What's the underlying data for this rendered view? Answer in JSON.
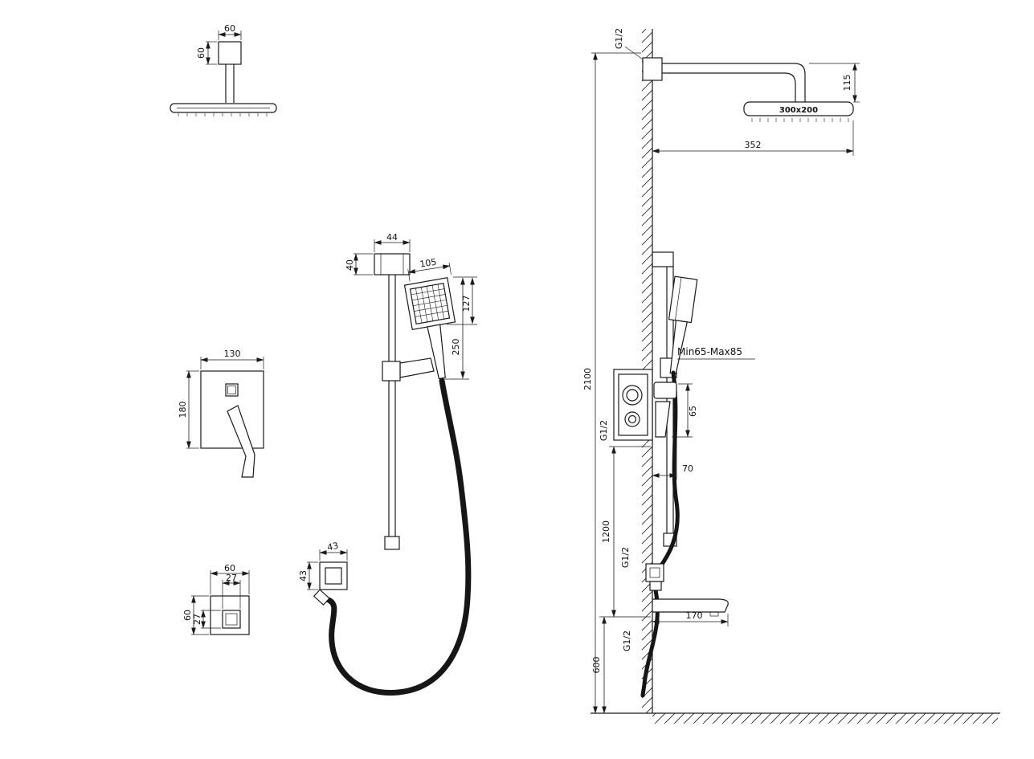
{
  "front_views": {
    "ceiling_head": {
      "w": "60",
      "d": "60"
    },
    "slide_bar": {
      "bracket_w": "44",
      "bracket_d": "40"
    },
    "hand_shower": {
      "w": "105",
      "head_len": "127",
      "total_len": "250"
    },
    "mixer": {
      "w": "130",
      "h": "180"
    },
    "wall_outlet": {
      "w": "43",
      "h": "43"
    },
    "spout": {
      "outer_w": "60",
      "inner_w": "27",
      "outer_h": "60",
      "inner_h": "27"
    }
  },
  "side_view": {
    "top_thread": "G1/2",
    "head_size": "300x200",
    "head_drop": "115",
    "arm_reach": "352",
    "total_height": "2100",
    "valve_note": "Min65-Max85",
    "valve_span": "65",
    "valve_offset": "70",
    "valve_thread": "G1/2",
    "outlet_height": "1200",
    "outlet_thread": "G1/2",
    "spout_reach": "170",
    "spout_thread": "G1/2",
    "spout_height": "600"
  },
  "colors": {
    "line": "#1a1a1a",
    "background": "#ffffff"
  }
}
